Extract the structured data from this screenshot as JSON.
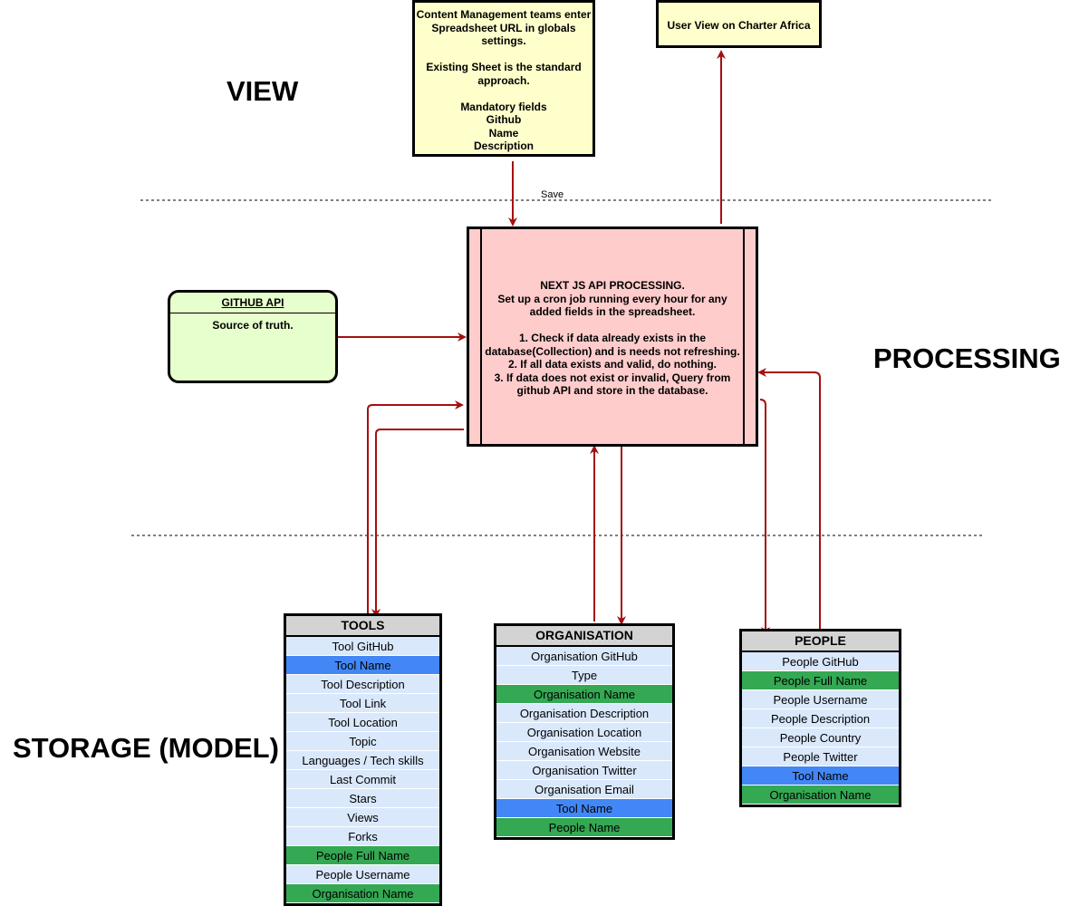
{
  "sections": {
    "view": "VIEW",
    "processing": "PROCESSING",
    "storage": "STORAGE (MODEL)"
  },
  "content_note": {
    "lines": [
      "Content Management teams enter",
      "Spreadsheet URL in globals",
      "settings.",
      "",
      "Existing Sheet is the standard",
      "approach.",
      "",
      "Mandatory fields",
      "Github",
      "Name",
      "Description"
    ]
  },
  "user_view": {
    "label": "User View on Charter Africa"
  },
  "save_label": "Save",
  "processing_box": {
    "lines": [
      "NEXT JS API PROCESSING.",
      "Set up a cron job running every hour for any",
      "added fields in the spreadsheet.",
      "",
      "1. Check if data already exists in the",
      "database(Collection) and is needs not refreshing.",
      "2. If all data exists and valid, do nothing.",
      "3. If data does not exist or invalid, Query from",
      "github API and store in the database."
    ]
  },
  "github_api": {
    "title": "GITHUB API",
    "body": "Source of truth."
  },
  "colors": {
    "note": "#ffffcc",
    "processing": "#ffcccc",
    "api": "#e6ffcc",
    "row_default": "#dae8fc",
    "row_blue": "#4287f5",
    "row_green": "#34a853",
    "table_header": "#d3d3d3",
    "arrow": "#a50f0f"
  },
  "tables": [
    {
      "title": "TOOLS",
      "rows": [
        {
          "label": "Tool GitHub",
          "color": "default"
        },
        {
          "label": "Tool Name",
          "color": "blue"
        },
        {
          "label": "Tool Description",
          "color": "default"
        },
        {
          "label": "Tool Link",
          "color": "default"
        },
        {
          "label": "Tool Location",
          "color": "default"
        },
        {
          "label": "Topic",
          "color": "default"
        },
        {
          "label": "Languages / Tech skills",
          "color": "default"
        },
        {
          "label": "Last Commit",
          "color": "default"
        },
        {
          "label": "Stars",
          "color": "default"
        },
        {
          "label": "Views",
          "color": "default"
        },
        {
          "label": "Forks",
          "color": "default"
        },
        {
          "label": "People Full Name",
          "color": "green"
        },
        {
          "label": "People Username",
          "color": "default"
        },
        {
          "label": "Organisation Name",
          "color": "green"
        }
      ]
    },
    {
      "title": "ORGANISATION",
      "rows": [
        {
          "label": "Organisation GitHub",
          "color": "default"
        },
        {
          "label": "Type",
          "color": "default"
        },
        {
          "label": "Organisation Name",
          "color": "green"
        },
        {
          "label": "Organisation Description",
          "color": "default"
        },
        {
          "label": "Organisation Location",
          "color": "default"
        },
        {
          "label": "Organisation Website",
          "color": "default"
        },
        {
          "label": "Organisation Twitter",
          "color": "default"
        },
        {
          "label": "Organisation Email",
          "color": "default"
        },
        {
          "label": "Tool Name",
          "color": "blue"
        },
        {
          "label": "People Name",
          "color": "green"
        }
      ]
    },
    {
      "title": "PEOPLE",
      "rows": [
        {
          "label": "People GitHub",
          "color": "default"
        },
        {
          "label": "People Full Name",
          "color": "green"
        },
        {
          "label": "People Username",
          "color": "default"
        },
        {
          "label": "People Description",
          "color": "default"
        },
        {
          "label": "People Country",
          "color": "default"
        },
        {
          "label": "People Twitter",
          "color": "default"
        },
        {
          "label": "Tool Name",
          "color": "blue"
        },
        {
          "label": "Organisation Name",
          "color": "green"
        }
      ]
    }
  ]
}
